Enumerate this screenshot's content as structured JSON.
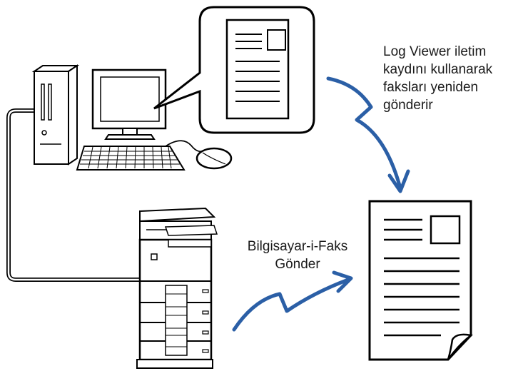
{
  "labels": {
    "log_viewer": [
      "Log Viewer iletim",
      "kaydını kullanarak",
      "faksları yeniden",
      "gönderir"
    ],
    "pc_fax": [
      "Bilgisayar-i-Faks",
      "Gönder"
    ]
  },
  "colors": {
    "arrow": "#2b5fa6",
    "stroke": "#000000",
    "fill": "#ffffff",
    "cable": "#000000"
  },
  "icons": [
    "computer-tower-icon",
    "monitor-icon",
    "keyboard-icon",
    "mouse-icon",
    "document-callout-icon",
    "multifunction-printer-icon",
    "document-page-icon",
    "curved-arrow-icon"
  ]
}
